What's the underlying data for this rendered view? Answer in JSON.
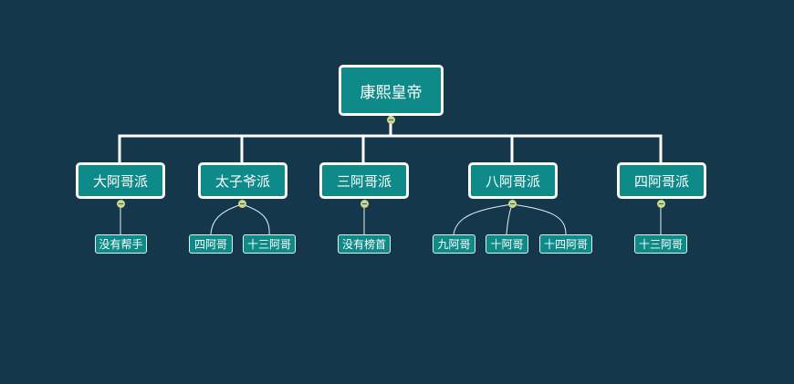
{
  "root": {
    "label": "康熙皇帝"
  },
  "factions": [
    {
      "label": "大阿哥派",
      "members": [
        "没有帮手"
      ]
    },
    {
      "label": "太子爷派",
      "members": [
        "四阿哥",
        "十三阿哥"
      ]
    },
    {
      "label": "三阿哥派",
      "members": [
        "没有榜首"
      ]
    },
    {
      "label": "八阿哥派",
      "members": [
        "九阿哥",
        "十阿哥",
        "十四阿哥"
      ]
    },
    {
      "label": "四阿哥派",
      "members": [
        "十三阿哥"
      ]
    }
  ],
  "colors": {
    "background": "#15374b",
    "node_fill": "#0e8b89",
    "node_border": "#ffffff",
    "collapse_dot": "#c9d690"
  }
}
